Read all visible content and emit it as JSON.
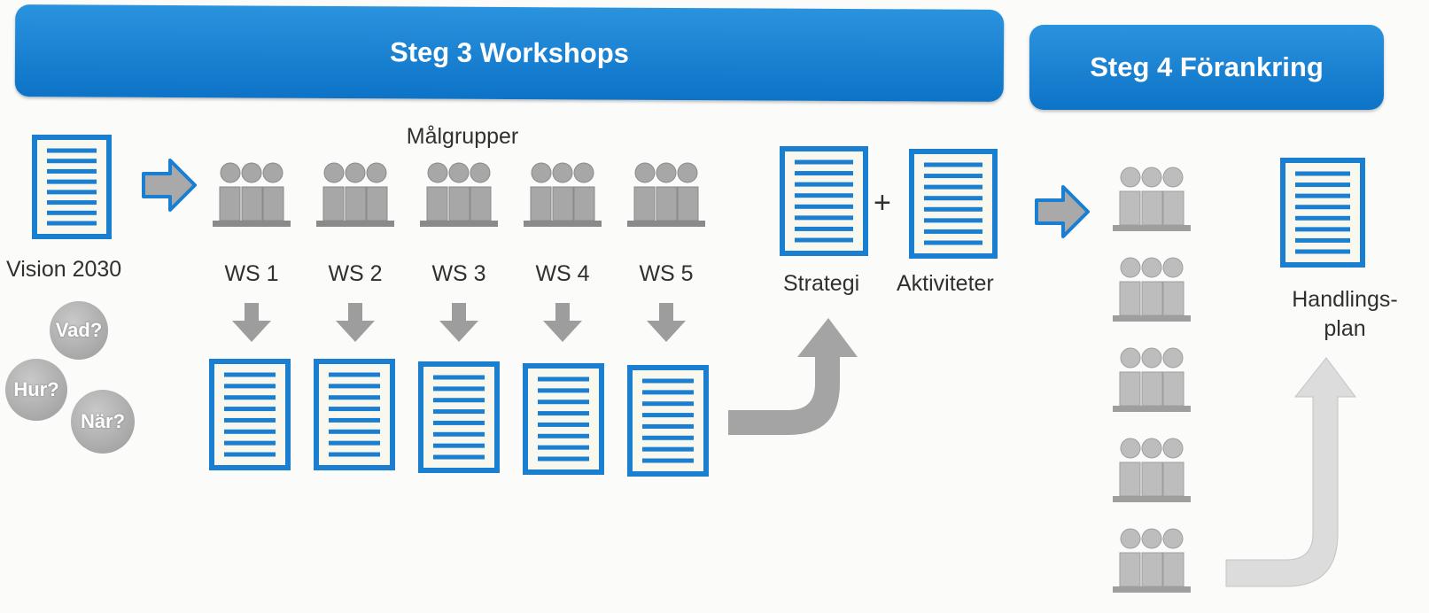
{
  "step3": {
    "title": "Steg 3  Workshops"
  },
  "step4": {
    "title": "Steg 4  Förankring"
  },
  "vision": {
    "label": "Vision 2030"
  },
  "questions": {
    "what": "Vad?",
    "how": "Hur?",
    "when": "När?"
  },
  "malgrupper": {
    "label": "Målgrupper"
  },
  "workshops": [
    {
      "label": "WS 1"
    },
    {
      "label": "WS 2"
    },
    {
      "label": "WS 3"
    },
    {
      "label": "WS 4"
    },
    {
      "label": "WS 5"
    }
  ],
  "strategi": {
    "label": "Strategi"
  },
  "plus": {
    "symbol": "+"
  },
  "aktiviteter": {
    "label": "Aktiviteter"
  },
  "handlingsplan": {
    "line1": "Handlings-",
    "line2": "plan"
  },
  "colors": {
    "accent": "#1a7fd0",
    "gray": "#a7a7a7",
    "doc_fill": "#f8f8ef"
  }
}
